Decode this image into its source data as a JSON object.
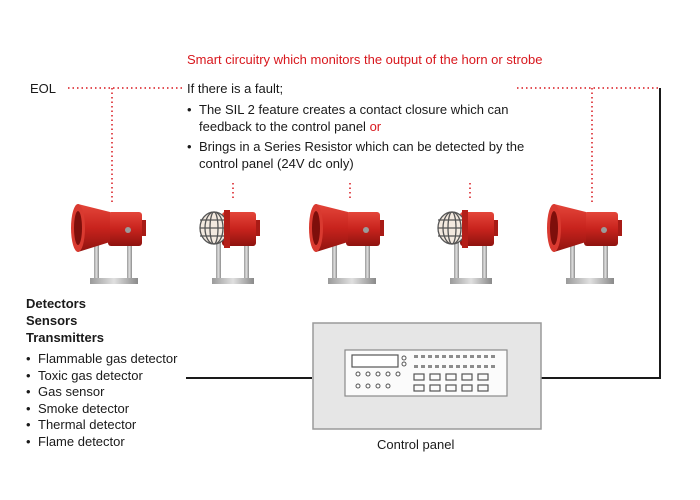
{
  "header": {
    "title": "Smart circuitry which monitors the output of the horn or strobe",
    "eol_label": "EOL"
  },
  "fault": {
    "intro": "If there is a fault;",
    "bullets": [
      {
        "text": "The SIL 2 feature creates a contact closure which can feedback to the control panel",
        "suffix": "or"
      },
      {
        "text": "Brings in a Series Resistor which can be detected by the control panel (24V dc only)"
      }
    ]
  },
  "devices": [
    {
      "kind": "horn"
    },
    {
      "kind": "strobe"
    },
    {
      "kind": "horn"
    },
    {
      "kind": "strobe"
    },
    {
      "kind": "horn"
    }
  ],
  "inputs": {
    "headings": [
      "Detectors",
      "Sensors",
      "Transmitters"
    ],
    "items": [
      "Flammable gas detector",
      "Toxic gas detector",
      "Gas sensor",
      "Smoke detector",
      "Thermal detector",
      "Flame detector"
    ]
  },
  "panel": {
    "label": "Control panel"
  },
  "colors": {
    "accent": "#d8171d",
    "device_red": "#c8231d",
    "panel_grey": "#e6e6e6",
    "panel_border": "#9a9a9a"
  }
}
